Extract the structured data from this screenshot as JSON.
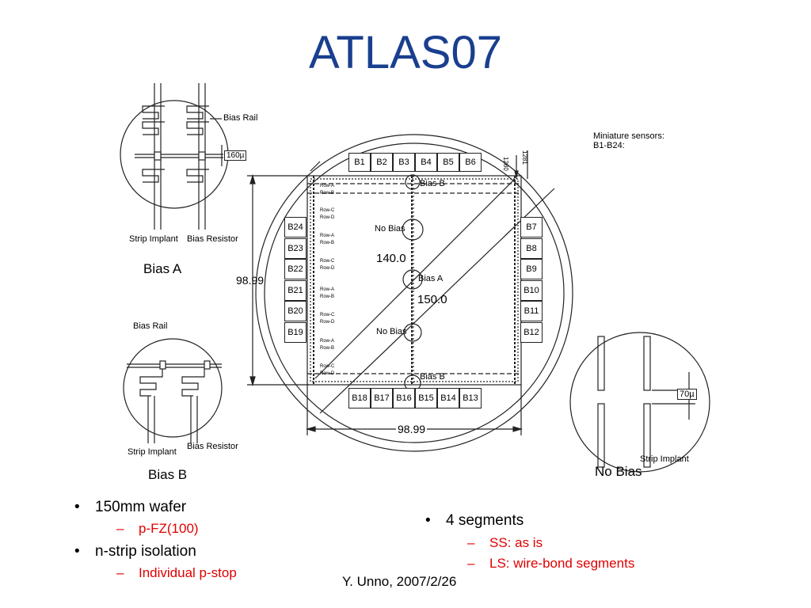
{
  "title": "ATLAS07",
  "diagram": {
    "note_line1": "Miniature sensors:",
    "note_line2": "B1-B24:",
    "top_boxes": [
      "B1",
      "B2",
      "B3",
      "B4",
      "B5",
      "B6"
    ],
    "bottom_boxes": [
      "B18",
      "B17",
      "B16",
      "B15",
      "B14",
      "B13"
    ],
    "left_boxes": [
      "B24",
      "B23",
      "B22",
      "B21",
      "B20",
      "B19"
    ],
    "right_boxes": [
      "B7",
      "B8",
      "B9",
      "B10",
      "B11",
      "B12"
    ],
    "row_labels": [
      "Row-A",
      "Row-B",
      "Row-C",
      "Row-D"
    ],
    "dim_vertical": "98.99",
    "dim_horizontal": "98.99",
    "dim_diag1": "140.0",
    "dim_diag2": "150.0",
    "dim_1280": "1280",
    "dim_1281": "1281",
    "bias_b_top": "Bias B",
    "bias_a_mid": "Bias A",
    "bias_b_bottom": "Bias B",
    "no_bias_1": "No Bias",
    "no_bias_2": "No Bias",
    "insetA": {
      "bias_rail": "Bias Rail",
      "pitch": "160µ",
      "strip_implant": "Strip Implant",
      "bias_resistor": "Bias Resistor",
      "caption": "Bias A"
    },
    "insetB": {
      "bias_rail": "Bias Rail",
      "strip_implant": "Strip Implant",
      "bias_resistor": "Bias Resistor",
      "caption": "Bias B"
    },
    "insetN": {
      "gap": "70µ",
      "strip_implant": "Strip Implant",
      "caption": "No Bias"
    }
  },
  "bullets_left": [
    {
      "text": "150mm wafer",
      "sub": "p-FZ(100)"
    },
    {
      "text": "n-strip isolation",
      "sub": "Individual p-stop"
    }
  ],
  "bullets_right": [
    {
      "text": "4 segments",
      "subs": [
        "SS: as is",
        "LS: wire-bond segments"
      ]
    }
  ],
  "footer": "Y. Unno, 2007/2/26"
}
